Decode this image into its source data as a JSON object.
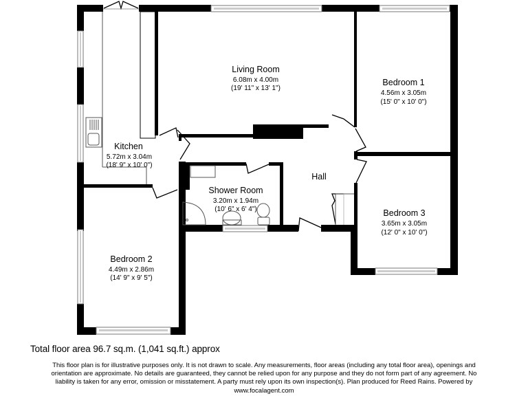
{
  "colors": {
    "wall": "#000000",
    "window_glass": "#cccccc",
    "fixture_line": "#555555",
    "background": "#ffffff"
  },
  "rooms": [
    {
      "id": "living-room",
      "name": "Living Room",
      "metric": "6.08m x 4.00m",
      "imperial": "(19' 11\" x 13' 1\")"
    },
    {
      "id": "bedroom-1",
      "name": "Bedroom 1",
      "metric": "4.56m x 3.05m",
      "imperial": "(15' 0\" x 10' 0\")"
    },
    {
      "id": "kitchen",
      "name": "Kitchen",
      "metric": "5.72m x 3.04m",
      "imperial": "(18' 9\" x 10' 0\")"
    },
    {
      "id": "hall",
      "name": "Hall"
    },
    {
      "id": "shower-room",
      "name": "Shower Room",
      "metric": "3.20m x 1.94m",
      "imperial": "(10' 6\" x 6' 4\")"
    },
    {
      "id": "bedroom-3",
      "name": "Bedroom 3",
      "metric": "3.65m x 3.05m",
      "imperial": "(12' 0\" x 10' 0\")"
    },
    {
      "id": "bedroom-2",
      "name": "Bedroom 2",
      "metric": "4.49m x 2.86m",
      "imperial": "(14' 9\" x 9' 5\")"
    }
  ],
  "footer": {
    "total_area": "Total floor area 96.7 sq.m. (1,041 sq.ft.) approx",
    "disclaimer": [
      "This floor plan is for illustrative purposes only. It is not drawn to scale. Any measurements, floor areas (including any total floor area), openings and",
      "orientation are approximate. No details are guaranteed, they cannot be relied upon for any purpose and they do not form part of any agreement. No",
      "liability is taken for any error, omission or misstatement. A party must rely upon its own inspection(s). Plan produced for Reed Rains. Powered by",
      "www.focalagent.com"
    ]
  }
}
